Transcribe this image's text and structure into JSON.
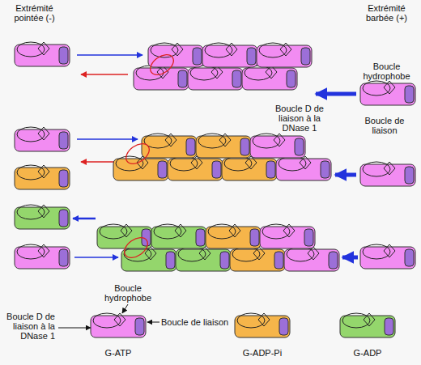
{
  "diagram": {
    "labels": [
      "Extrémité pointée (-)",
      "Extrémité barbée (+)",
      "Boucle hydrophobe",
      "Boucle D de liaison à la DNase 1",
      "Boucle de liaison",
      "Boucle hydrophobe",
      "Boucle D de liaison à la DNase 1",
      "Boucle de liaison"
    ],
    "legend": [
      {
        "text": "G-ATP",
        "color": "#f28cf2"
      },
      {
        "text": "G-ADP-Pi",
        "color": "#f6b54a"
      },
      {
        "text": "G-ADP",
        "color": "#94d66c"
      }
    ]
  }
}
